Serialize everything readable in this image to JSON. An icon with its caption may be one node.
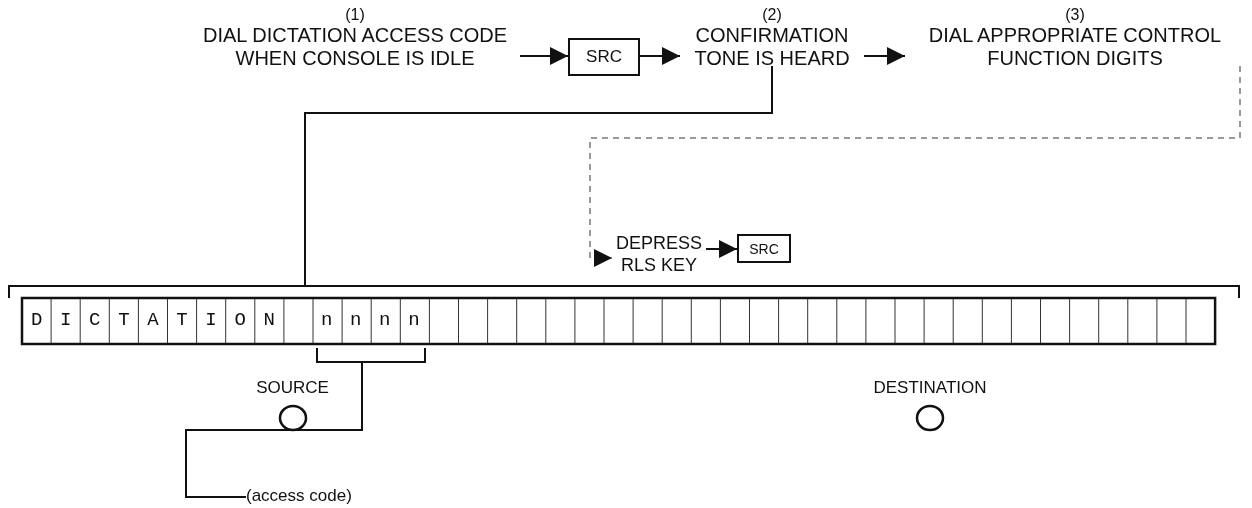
{
  "diagram": {
    "nodes": [
      {
        "text": [
          "(1)",
          "DIAL DICTATION ACCESS CODE WHEN CONSOLE IS IDLE"
        ]
      },
      {
        "text": [
          "SRC"
        ]
      },
      {
        "text": [
          "(2)",
          "CONFIRMATION TONE IS HEARD"
        ]
      },
      {
        "text": [
          "(3)",
          "DIAL APPROPRIATE CONTROL FUNCTION DIGITS"
        ]
      },
      {
        "text": [
          "DEPRESS RLS KEY"
        ]
      },
      {
        "text": [
          "SRC"
        ]
      },
      {
        "text": [
          "DICTATION"
        ]
      },
      {
        "text": [
          "nnnn"
        ],
        "in": 6
      },
      {
        "text": [],
        "shape": "circle",
        "beside": [
          "SOURCE"
        ]
      },
      {
        "text": [],
        "shape": "circle",
        "beside": [
          "DESTINATION"
        ]
      },
      {
        "text": [
          "(access code)"
        ]
      }
    ],
    "edges": [
      {
        "from": 0,
        "to": 1,
        "arrow": "to"
      },
      {
        "from": 1,
        "to": 2,
        "arrow": "to"
      },
      {
        "from": 2,
        "to": 3,
        "arrow": "to"
      },
      {
        "from": 3,
        "to": 4,
        "arrow": "to",
        "style": "dashed",
        "color": "#999999"
      },
      {
        "from": 4,
        "to": 5,
        "arrow": "to"
      },
      {
        "from": 2,
        "to": 6,
        "arrow": "none"
      },
      {
        "from": 7,
        "to": 10,
        "arrow": "none"
      }
    ]
  }
}
